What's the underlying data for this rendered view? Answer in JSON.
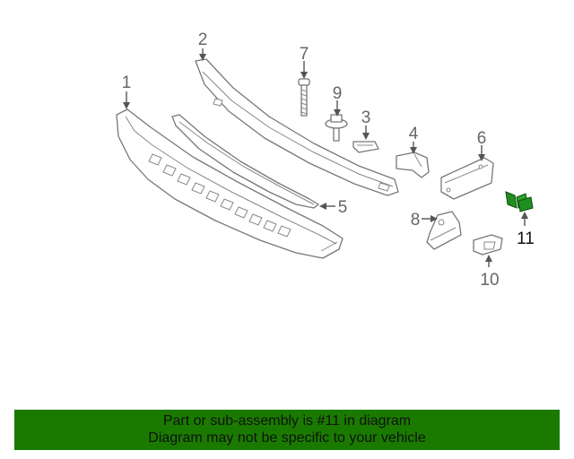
{
  "diagram": {
    "callouts": [
      {
        "id": "1",
        "label": "1"
      },
      {
        "id": "2",
        "label": "2"
      },
      {
        "id": "3",
        "label": "3"
      },
      {
        "id": "4",
        "label": "4"
      },
      {
        "id": "5",
        "label": "5"
      },
      {
        "id": "6",
        "label": "6"
      },
      {
        "id": "7",
        "label": "7"
      },
      {
        "id": "8",
        "label": "8"
      },
      {
        "id": "9",
        "label": "9"
      },
      {
        "id": "10",
        "label": "10"
      },
      {
        "id": "11",
        "label": "11"
      }
    ],
    "highlighted_part": "11",
    "highlight_color": "#1f8f1f",
    "line_color": "#777777"
  },
  "banner": {
    "line1": "Part or sub-assembly is #11 in diagram",
    "line2": "Diagram may not be specific to your vehicle",
    "background": "#1a7a00"
  }
}
